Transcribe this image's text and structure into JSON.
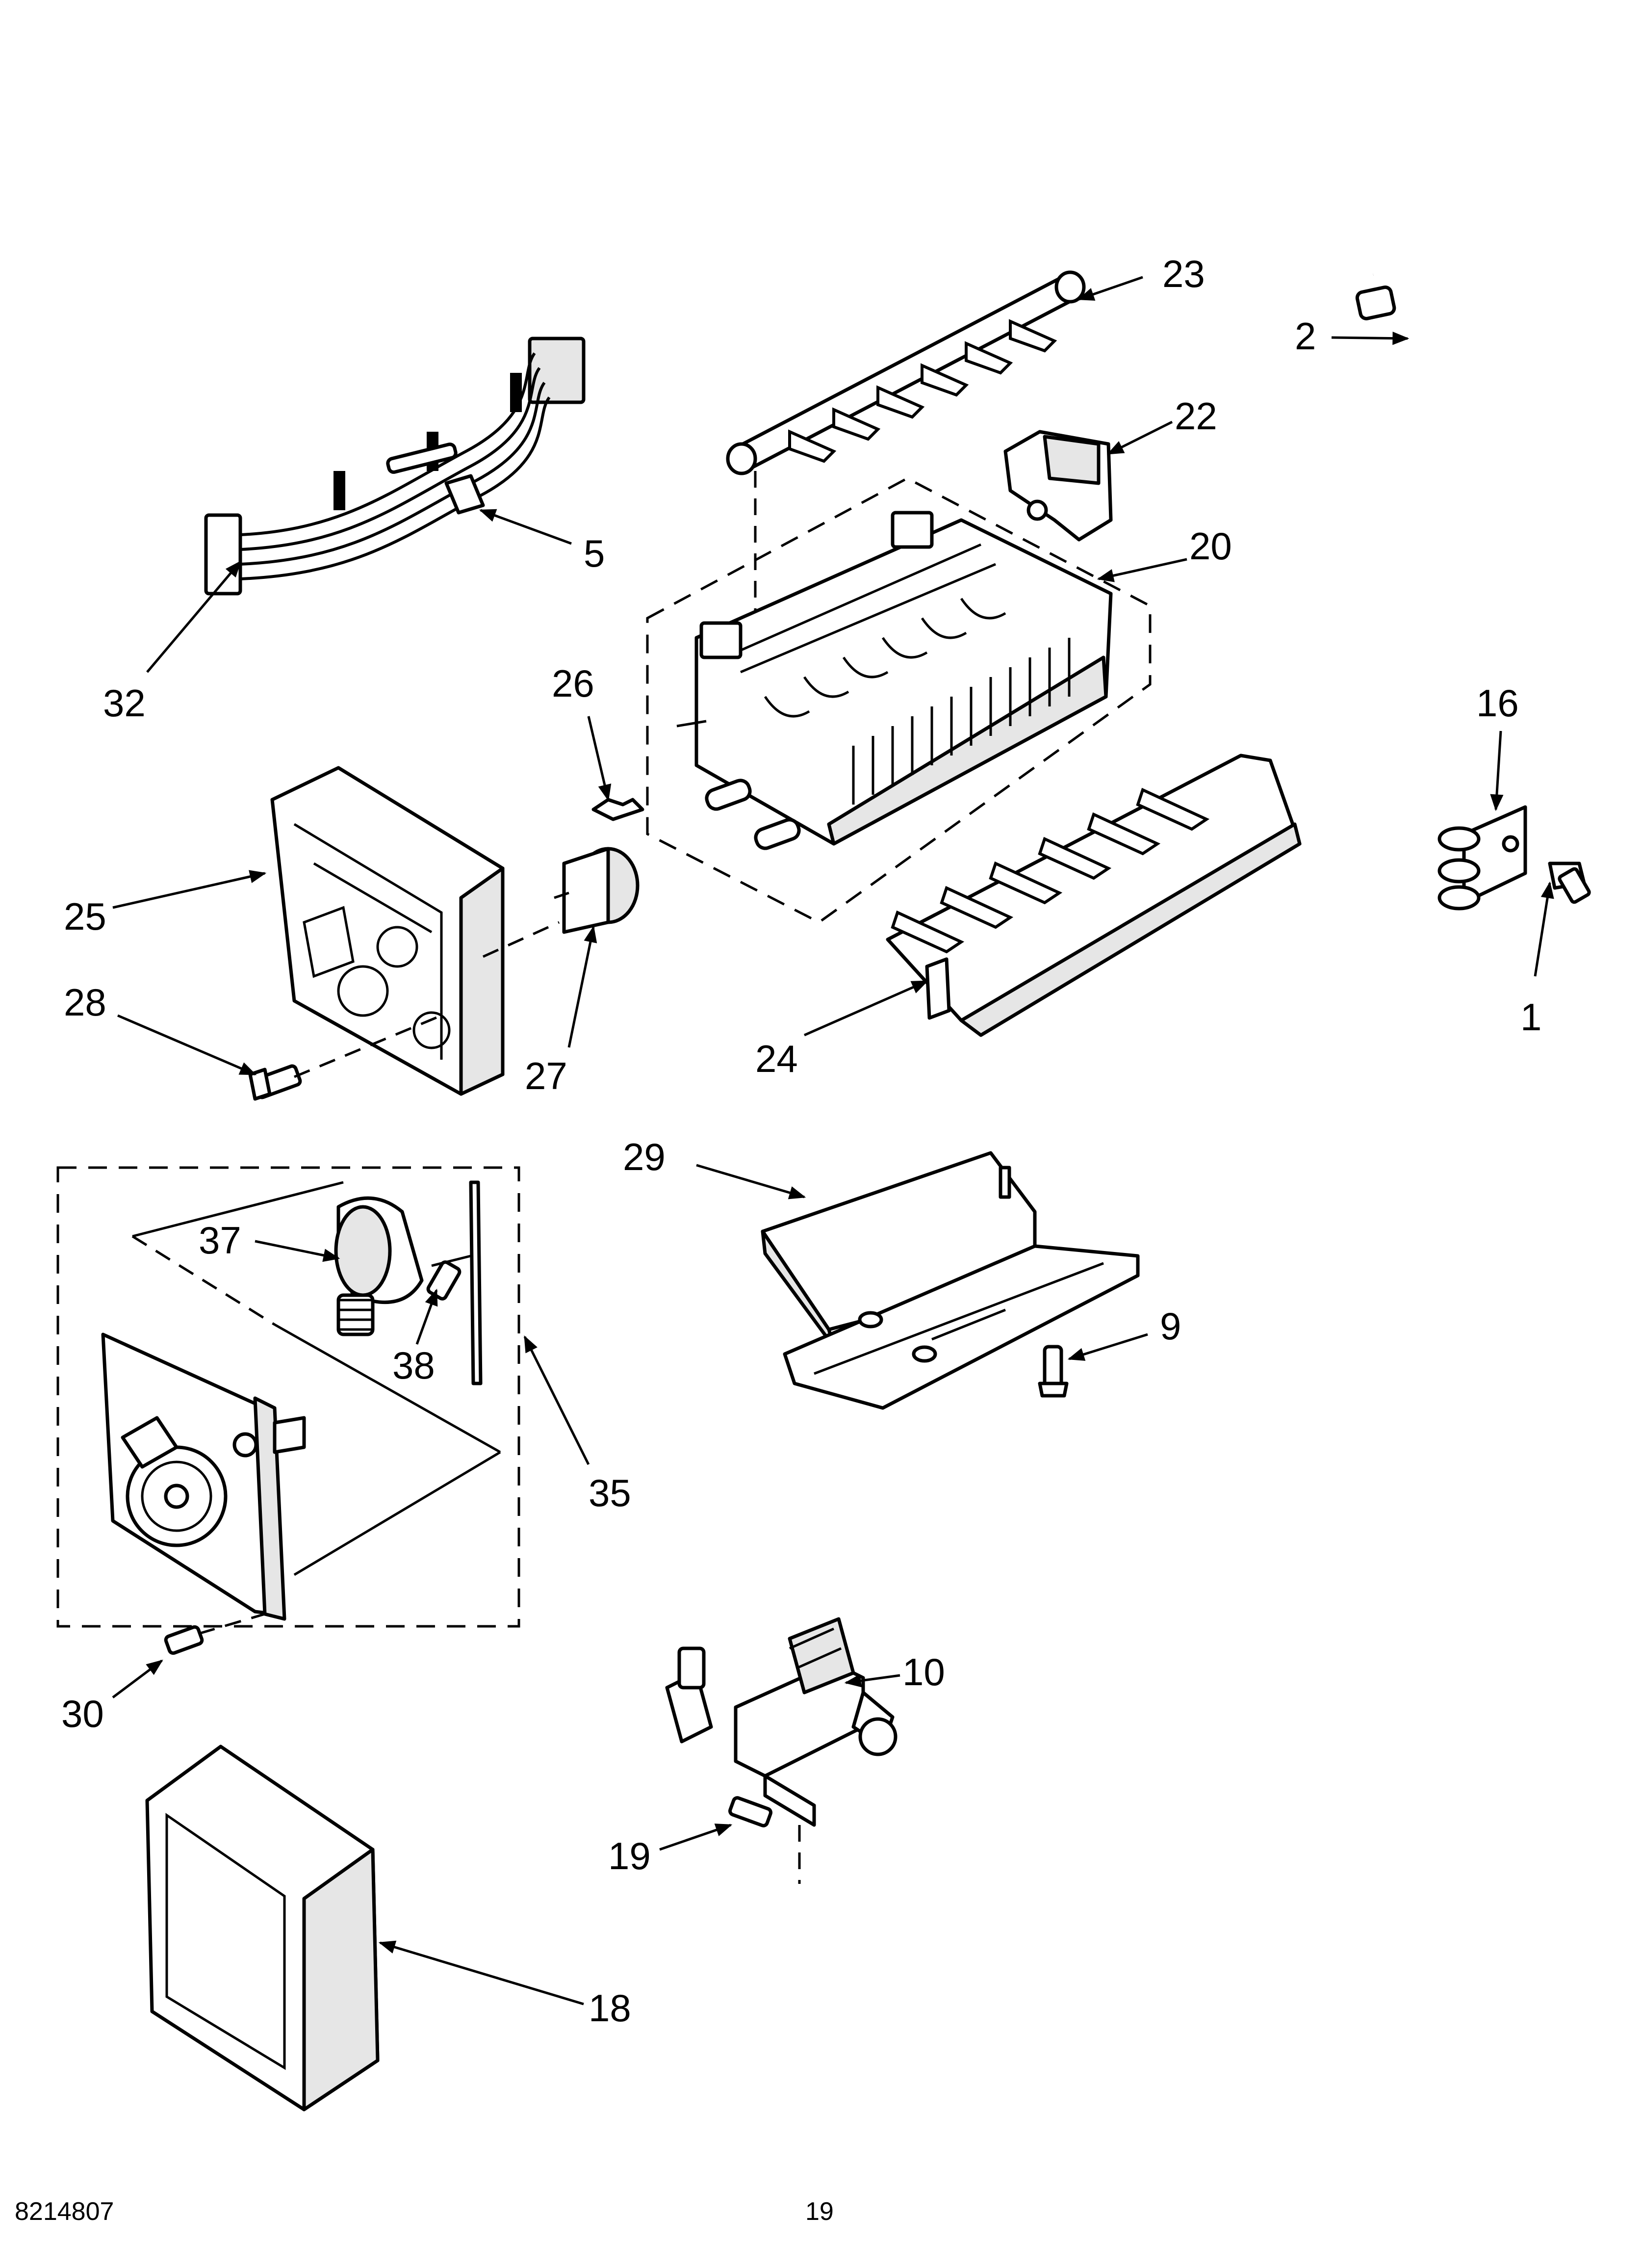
{
  "callouts": [
    "23",
    "2",
    "22",
    "5",
    "20",
    "32",
    "26",
    "16",
    "25",
    "1",
    "28",
    "27",
    "24",
    "29",
    "37",
    "9",
    "38",
    "35",
    "10",
    "30",
    "19",
    "18"
  ],
  "footer": {
    "doc_number": "8214807",
    "page_number": "19"
  }
}
